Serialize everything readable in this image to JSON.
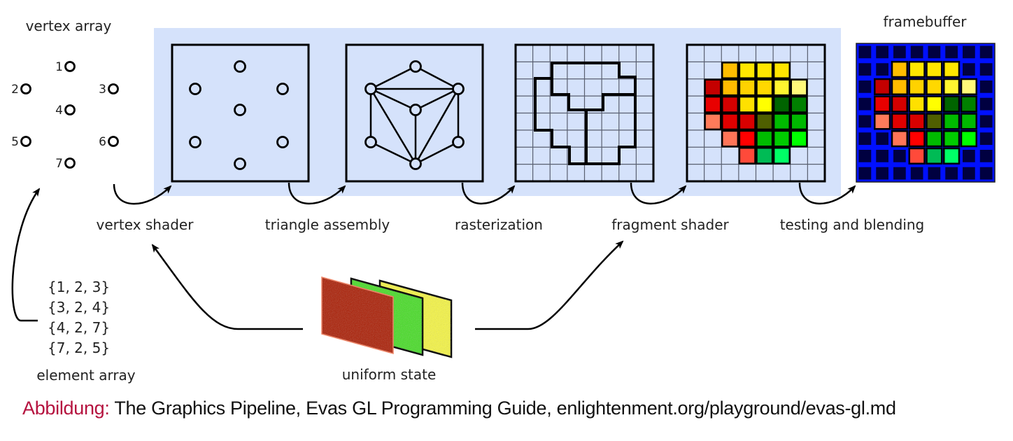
{
  "diagram": {
    "title": "The Graphics Pipeline",
    "colors": {
      "pipeline_background": "#d5e2fb",
      "stroke": "#000000",
      "framebuffer_border": "#0010ff",
      "framebuffer_empty": "#000040"
    },
    "vertex_array": {
      "label": "vertex array",
      "vertices": [
        {
          "id": "1",
          "col": 1,
          "row": 0
        },
        {
          "id": "2",
          "col": 0,
          "row": 1
        },
        {
          "id": "3",
          "col": 2,
          "row": 1
        },
        {
          "id": "4",
          "col": 1,
          "row": 2
        },
        {
          "id": "5",
          "col": 0,
          "row": 3
        },
        {
          "id": "6",
          "col": 2,
          "row": 3
        },
        {
          "id": "7",
          "col": 1,
          "row": 4
        }
      ]
    },
    "element_array": {
      "label": "element array",
      "triangles": [
        "{1, 2, 3}",
        "{3, 2, 4}",
        "{4, 2, 7}",
        "{7, 2, 5}"
      ]
    },
    "stages": [
      {
        "id": "vertex-shader",
        "label": "vertex shader"
      },
      {
        "id": "triangle-assembly",
        "label": "triangle assembly"
      },
      {
        "id": "rasterization",
        "label": "rasterization"
      },
      {
        "id": "fragment-shader",
        "label": "fragment shader"
      },
      {
        "id": "testing-and-blending",
        "label": "testing and blending"
      }
    ],
    "framebuffer": {
      "label": "framebuffer"
    },
    "uniform_state": {
      "label": "uniform state",
      "layers": [
        {
          "name": "red-texture",
          "color": "#aa1a00"
        },
        {
          "name": "green-texture",
          "color": "#44dd22"
        },
        {
          "name": "yellow-texture",
          "color": "#f6f640"
        }
      ]
    },
    "triangle_edges": [
      [
        1,
        2
      ],
      [
        1,
        3
      ],
      [
        2,
        3
      ],
      [
        2,
        4
      ],
      [
        3,
        4
      ],
      [
        2,
        5
      ],
      [
        2,
        7
      ],
      [
        4,
        7
      ],
      [
        3,
        7
      ],
      [
        3,
        6
      ],
      [
        6,
        7
      ],
      [
        5,
        7
      ]
    ],
    "raster_grid_size": 8,
    "fragments": [
      {
        "r": 1,
        "c": 2,
        "color": "#ffbe00"
      },
      {
        "r": 1,
        "c": 3,
        "color": "#ffe600"
      },
      {
        "r": 1,
        "c": 4,
        "color": "#ffe600"
      },
      {
        "r": 1,
        "c": 5,
        "color": "#ffe600"
      },
      {
        "r": 2,
        "c": 1,
        "color": "#c40000"
      },
      {
        "r": 2,
        "c": 2,
        "color": "#ffbb00"
      },
      {
        "r": 2,
        "c": 3,
        "color": "#ffd200"
      },
      {
        "r": 2,
        "c": 4,
        "color": "#ffd800"
      },
      {
        "r": 2,
        "c": 5,
        "color": "#fff530"
      },
      {
        "r": 2,
        "c": 6,
        "color": "#fff97a"
      },
      {
        "r": 3,
        "c": 1,
        "color": "#e80000"
      },
      {
        "r": 3,
        "c": 2,
        "color": "#d40000"
      },
      {
        "r": 3,
        "c": 3,
        "color": "#ffe000"
      },
      {
        "r": 3,
        "c": 4,
        "color": "#ffff00"
      },
      {
        "r": 3,
        "c": 5,
        "color": "#006400"
      },
      {
        "r": 3,
        "c": 6,
        "color": "#008000"
      },
      {
        "r": 4,
        "c": 1,
        "color": "#ff7b5a"
      },
      {
        "r": 4,
        "c": 2,
        "color": "#e00000"
      },
      {
        "r": 4,
        "c": 3,
        "color": "#d80000"
      },
      {
        "r": 4,
        "c": 4,
        "color": "#4f5f00"
      },
      {
        "r": 4,
        "c": 5,
        "color": "#00bb00"
      },
      {
        "r": 4,
        "c": 6,
        "color": "#00b800"
      },
      {
        "r": 5,
        "c": 2,
        "color": "#ff7558"
      },
      {
        "r": 5,
        "c": 3,
        "color": "#ff0000"
      },
      {
        "r": 5,
        "c": 4,
        "color": "#00bb00"
      },
      {
        "r": 5,
        "c": 5,
        "color": "#00cc00"
      },
      {
        "r": 5,
        "c": 6,
        "color": "#00ff00"
      },
      {
        "r": 6,
        "c": 3,
        "color": "#ff4a3a"
      },
      {
        "r": 6,
        "c": 4,
        "color": "#00bb55"
      },
      {
        "r": 6,
        "c": 5,
        "color": "#00ff66"
      }
    ]
  },
  "caption": {
    "prefix": "Abbildung:",
    "text": " The Graphics Pipeline, Evas GL Programming Guide, enlightenment.org/playground/evas-gl.md"
  }
}
